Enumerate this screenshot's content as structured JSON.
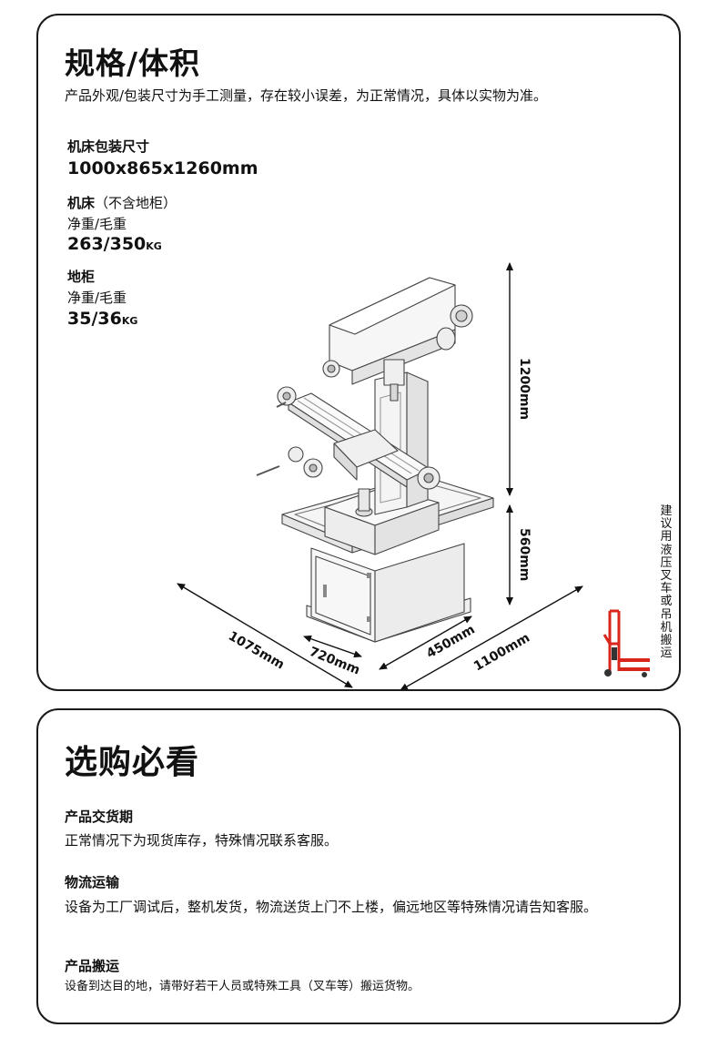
{
  "specs": {
    "title": "规格/体积",
    "note": "产品外观/包装尺寸为手工测量，存在较小误差，为正常情况，具体以实物为准。",
    "package": {
      "label": "机床包装尺寸",
      "value": "1000x865x1260mm"
    },
    "machine": {
      "label": "机床",
      "label_suffix": "（不含地柜）",
      "weight_label": "净重/毛重",
      "weight_value": "263/350",
      "weight_unit": "KG"
    },
    "cabinet": {
      "label": "地柜",
      "weight_label": "净重/毛重",
      "weight_value": "35/36",
      "weight_unit": "KG"
    },
    "dimensions": {
      "height_machine": "1200mm",
      "height_cabinet": "560mm",
      "depth_machine": "1075mm",
      "depth_cabinet": "720mm",
      "width_cabinet": "450mm",
      "width_machine": "1100mm"
    },
    "forklift_note": "建议用液压叉车或吊机搬运",
    "colors": {
      "forklift_red": "#d9261c",
      "border": "#1a1a1a"
    }
  },
  "guide": {
    "title": "选购必看",
    "items": [
      {
        "heading": "产品交货期",
        "text": "正常情况下为现货库存，特殊情况联系客服。"
      },
      {
        "heading": "物流运输",
        "text": "设备为工厂调试后，整机发货，物流送货上门不上楼，偏远地区等特殊情况请告知客服。"
      },
      {
        "heading": "产品搬运",
        "text": "设备到达目的地，请带好若干人员或特殊工具（叉车等）搬运货物。"
      }
    ]
  }
}
